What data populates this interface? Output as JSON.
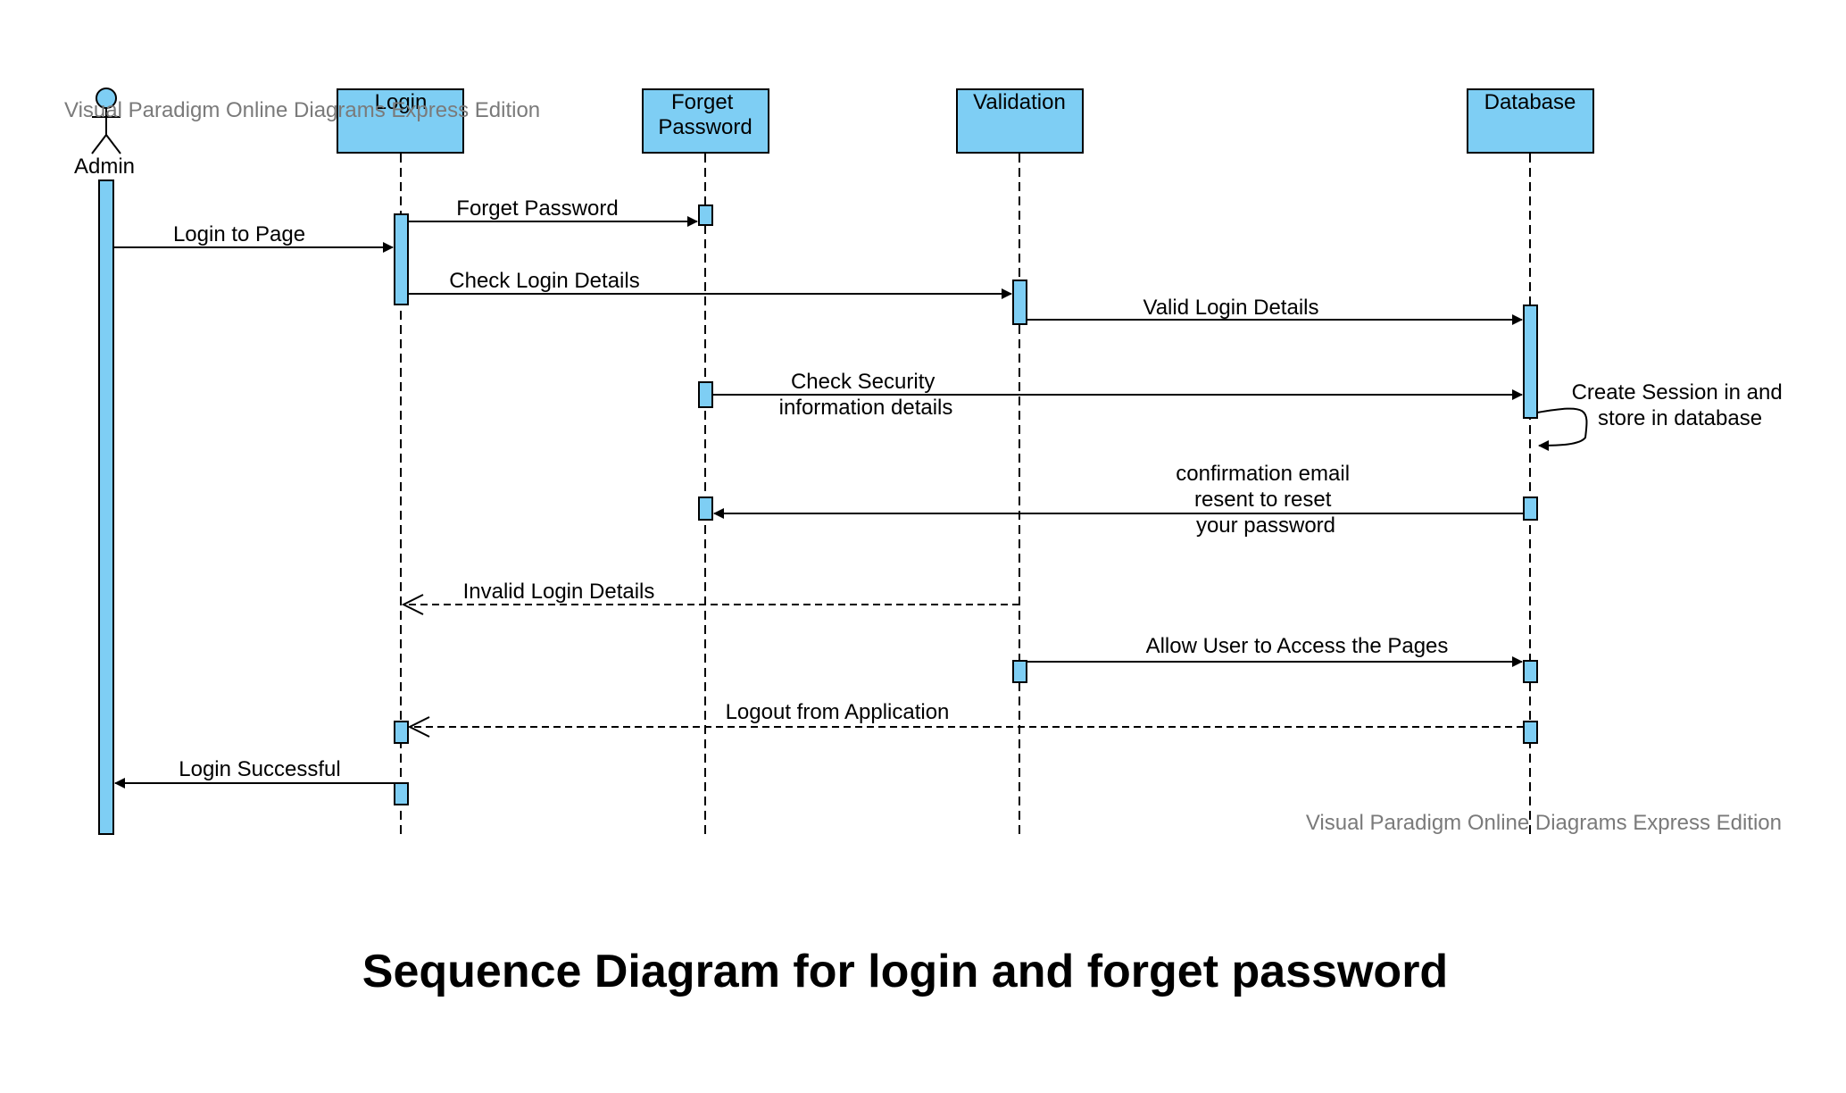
{
  "diagram": {
    "type": "sequence",
    "title": "Sequence Diagram for login and forget password",
    "watermark": "Visual Paradigm Online Diagrams Express Edition",
    "colors": {
      "fill": "#7ecef4",
      "stroke": "#000000",
      "watermark": "#7a7a7a"
    },
    "actor": {
      "id": "admin",
      "name": "Admin"
    },
    "participants": [
      {
        "id": "login",
        "name": "Login"
      },
      {
        "id": "forget",
        "name": "Forget Password"
      },
      {
        "id": "validation",
        "name": "Validation"
      },
      {
        "id": "database",
        "name": "Database"
      }
    ],
    "messages": [
      {
        "from": "login",
        "to": "forget",
        "label": "Forget Password",
        "style": "sync"
      },
      {
        "from": "admin",
        "to": "login",
        "label": "Login to Page",
        "style": "sync"
      },
      {
        "from": "login",
        "to": "validation",
        "label": "Check Login Details",
        "style": "sync"
      },
      {
        "from": "validation",
        "to": "database",
        "label": "Valid Login Details",
        "style": "sync"
      },
      {
        "from": "forget",
        "to": "database",
        "label": "Check Security information details",
        "style": "sync"
      },
      {
        "from": "database",
        "to": "database",
        "label": "Create Session in and store in database",
        "style": "self"
      },
      {
        "from": "database",
        "to": "forget",
        "label": "confirmation email resent to reset your password",
        "style": "sync"
      },
      {
        "from": "validation",
        "to": "login",
        "label": "Invalid Login Details",
        "style": "return"
      },
      {
        "from": "validation",
        "to": "database",
        "label": "Allow User to Access the Pages",
        "style": "sync"
      },
      {
        "from": "database",
        "to": "login",
        "label": "Logout from Application",
        "style": "return"
      },
      {
        "from": "login",
        "to": "admin",
        "label": "Login Successful",
        "style": "sync"
      }
    ]
  }
}
